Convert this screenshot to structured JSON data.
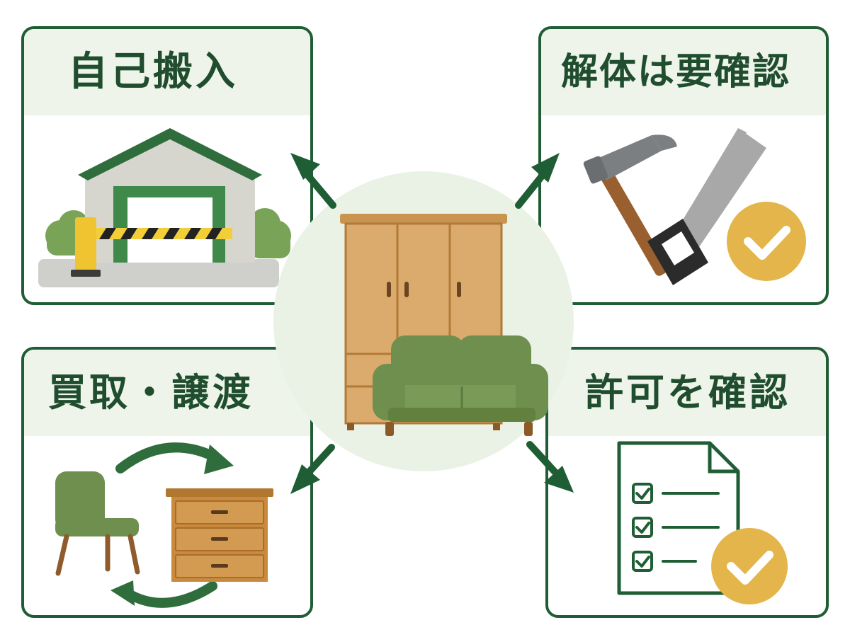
{
  "cards": {
    "self_haul": {
      "title": "自己搬入"
    },
    "disassembly": {
      "title": "解体は要確認"
    },
    "buy_transfer": {
      "title": "買取・譲渡"
    },
    "permit": {
      "title": "許可を確認"
    }
  },
  "colors": {
    "border_green": "#1f5e34",
    "header_bg": "#eef4ea",
    "title_green": "#1f4d2e",
    "arrow_green": "#1f5e34",
    "sofa_green": "#6f8f4f",
    "wood": "#d8a86a",
    "check_gold": "#e3b54a"
  }
}
